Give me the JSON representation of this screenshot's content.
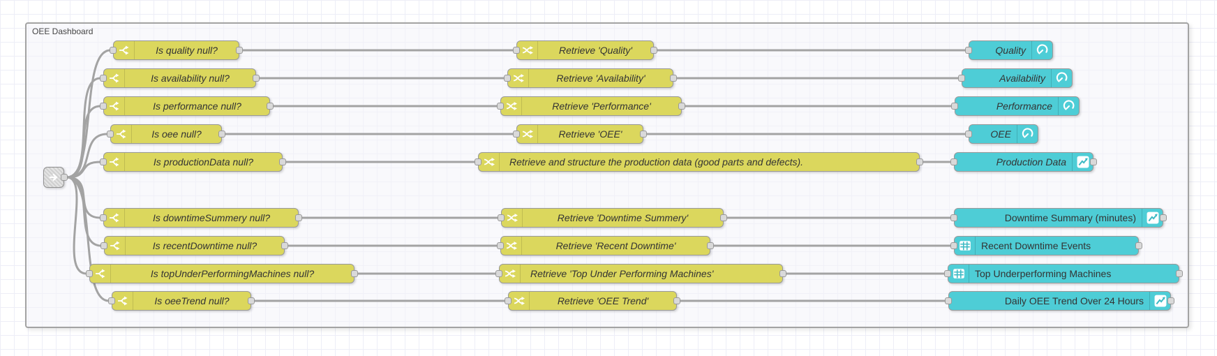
{
  "group": {
    "label": "OEE Dashboard"
  },
  "colors": {
    "function_node": "#dbd75d",
    "dashboard_node": "#4ecdd6",
    "wire": "#a3a3a3",
    "canvas_grid": "#edeef7"
  },
  "hub": {
    "icon": "link-arrow-icon"
  },
  "rows": [
    {
      "switch_label": "Is quality null?",
      "change_label": "Retrieve 'Quality'",
      "output_label": "Quality",
      "output_icon": "gauge-icon"
    },
    {
      "switch_label": "Is availability null?",
      "change_label": "Retrieve 'Availability'",
      "output_label": "Availability",
      "output_icon": "gauge-icon"
    },
    {
      "switch_label": "Is performance null?",
      "change_label": "Retrieve 'Performance'",
      "output_label": "Performance",
      "output_icon": "gauge-icon"
    },
    {
      "switch_label": "Is oee null?",
      "change_label": "Retrieve 'OEE'",
      "output_label": "OEE",
      "output_icon": "gauge-icon"
    },
    {
      "switch_label": "Is productionData null?",
      "change_label": "Retrieve and structure the production data (good parts and defects).",
      "output_label": "Production Data",
      "output_icon": "chart-icon"
    },
    {
      "switch_label": "Is downtimeSummery null?",
      "change_label": "Retrieve 'Downtime Summery'",
      "output_label": "Downtime Summary (minutes)",
      "output_icon": "chart-icon"
    },
    {
      "switch_label": "Is recentDowntime null?",
      "change_label": "Retrieve 'Recent Downtime'",
      "output_label": "Recent Downtime Events",
      "output_icon": "table-icon"
    },
    {
      "switch_label": "Is topUnderPerformingMachines null?",
      "change_label": "Retrieve 'Top Under Performing Machines'",
      "output_label": "Top Underperforming Machines",
      "output_icon": "table-icon"
    },
    {
      "switch_label": "Is oeeTrend null?",
      "change_label": "Retrieve 'OEE Trend'",
      "output_label": "Daily OEE Trend Over 24 Hours",
      "output_icon": "chart-icon"
    }
  ]
}
